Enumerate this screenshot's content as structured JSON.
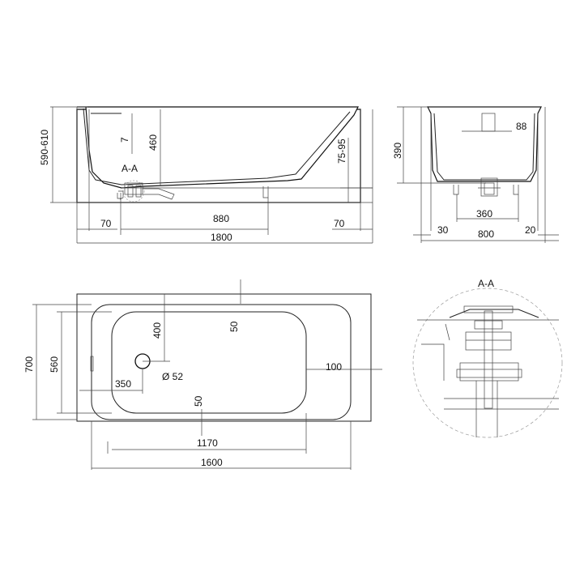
{
  "labels": {
    "side_total_height": "590-610",
    "side_depth_inner": "460",
    "side_small_gap": "7",
    "side_section_marker": "A-A",
    "side_leg_adjust": "75-95",
    "side_left_offset": "70",
    "side_leg_span": "880",
    "side_right_offset": "70",
    "side_total_length": "1800",
    "end_height": "390",
    "end_drain_width": "88",
    "end_leg_span": "360",
    "end_left_offset": "30",
    "end_total_width": "800",
    "end_right_offset": "20",
    "top_total_width": "700",
    "top_inner_width": "560",
    "top_drain_offset_y": "400",
    "top_margin_top": "50",
    "top_drain_diameter": "Ø 52",
    "top_drain_offset_x": "350",
    "top_margin_bottom": "50",
    "top_margin_right": "100",
    "top_inner_length": "1170",
    "top_rim_length": "1600",
    "detail_title": "A-A"
  }
}
